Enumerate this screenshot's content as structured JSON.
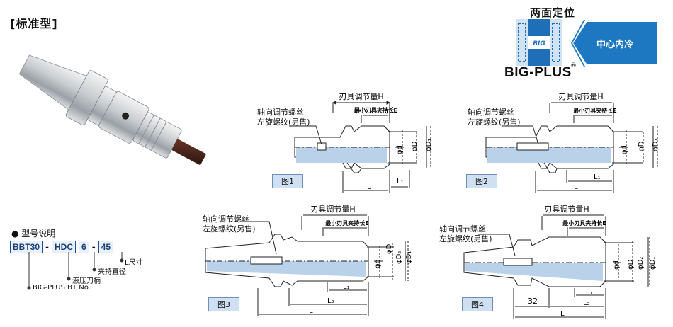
{
  "title": "[标准型]",
  "logo": {
    "heading": "两面定位",
    "brand": "BIG-PLUS",
    "registered": "®",
    "emblem": "BIG",
    "badge": "中心内冷",
    "colors": {
      "blue": "#1f6fb8",
      "light": "#cfe3f5",
      "badge": "#1d78c1"
    }
  },
  "model": {
    "heading": "● 型号说明",
    "codes": [
      "BBT30",
      "HDC",
      "6",
      "45"
    ],
    "separators": [
      "-",
      "",
      "-"
    ],
    "legend": [
      "L尺寸",
      "夹持直径",
      "液压刀柄",
      "BIG-PLUS BT No."
    ]
  },
  "figures": [
    {
      "label": "图1",
      "dims": {
        "adj": "刃具调节量H",
        "min": "最小刃具夹持长E",
        "d": "φd",
        "D": "φD",
        "D1": "φD₁",
        "L": "L",
        "L1": "L₁"
      },
      "note1": "轴向调节螺丝",
      "note2": "左旋螺纹(另售)"
    },
    {
      "label": "图2",
      "dims": {
        "adj": "刃具调节量H",
        "min": "最小刃具夹持长E",
        "d": "φd",
        "D": "φD",
        "D1": "φD₁",
        "L": "L",
        "L1": "L₁"
      },
      "note1": "轴向调节螺丝",
      "note2": "左旋螺纹(另售)"
    },
    {
      "label": "图3",
      "dims": {
        "adj": "刃具调节量H",
        "min": "最小刃具夹持长E",
        "d": "φd",
        "D": "φD",
        "D2": "φD₂",
        "D1": "φD₁",
        "L": "L",
        "L1": "L₁",
        "L2": "L₂"
      },
      "note1": "轴向调节螺丝",
      "note2": "左旋螺纹(另售)"
    },
    {
      "label": "图4",
      "dims": {
        "adj": "刃具调节量H",
        "min": "最小刃具夹持长E",
        "d": "φd",
        "D": "φD",
        "D2": "φD₂",
        "D1": "φD₁",
        "L": "L",
        "L1": "L₁",
        "L2": "L₂",
        "w": "32"
      },
      "note1": "轴向调节螺丝",
      "note2": "左旋螺纹(另售)"
    }
  ]
}
